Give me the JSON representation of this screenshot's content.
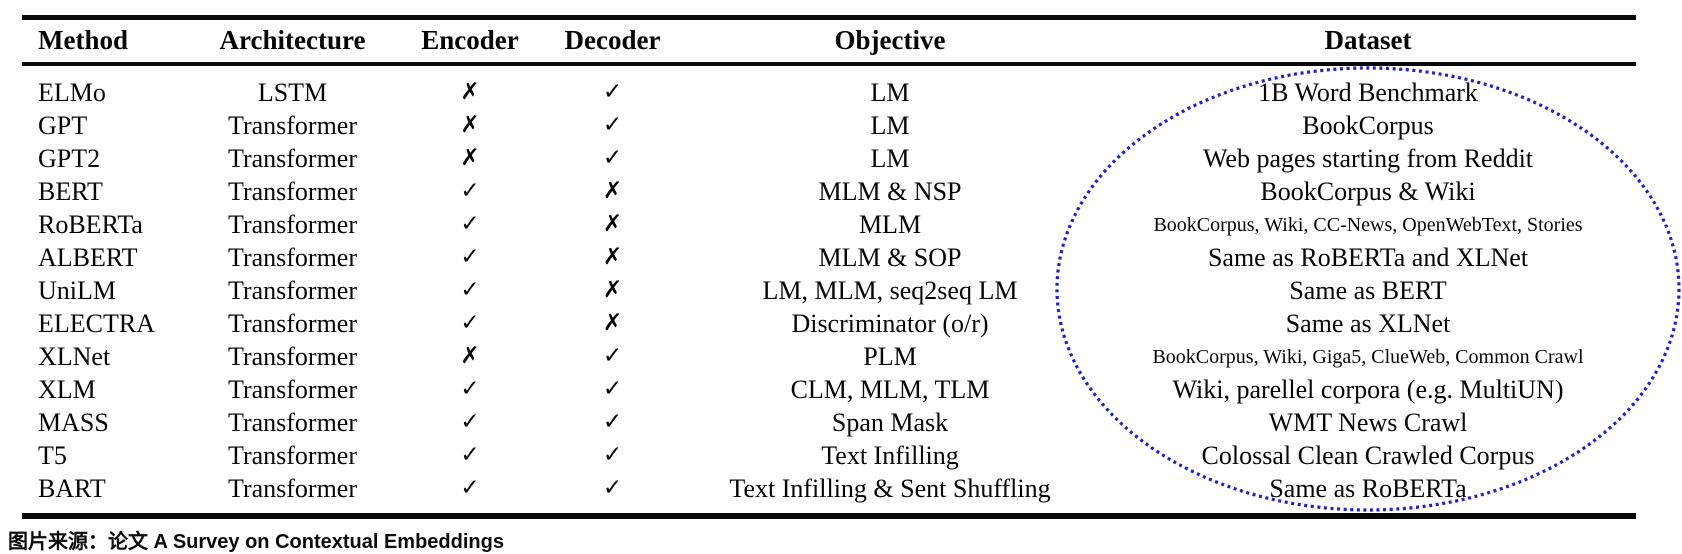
{
  "table": {
    "headers": [
      "Method",
      "Architecture",
      "Encoder",
      "Decoder",
      "Objective",
      "Dataset"
    ],
    "marks": {
      "yes_glyph": "✓",
      "no_glyph": "✗"
    },
    "rows": [
      {
        "method": "ELMo",
        "architecture": "LSTM",
        "encoder": "no",
        "decoder": "yes",
        "objective": "LM",
        "dataset": "1B Word Benchmark"
      },
      {
        "method": "GPT",
        "architecture": "Transformer",
        "encoder": "no",
        "decoder": "yes",
        "objective": "LM",
        "dataset": "BookCorpus"
      },
      {
        "method": "GPT2",
        "architecture": "Transformer",
        "encoder": "no",
        "decoder": "yes",
        "objective": "LM",
        "dataset": "Web pages starting from Reddit"
      },
      {
        "method": "BERT",
        "architecture": "Transformer",
        "encoder": "yes",
        "decoder": "no",
        "objective": "MLM & NSP",
        "dataset": "BookCorpus & Wiki"
      },
      {
        "method": "RoBERTa",
        "architecture": "Transformer",
        "encoder": "yes",
        "decoder": "no",
        "objective": "MLM",
        "dataset": "BookCorpus, Wiki, CC-News, OpenWebText, Stories"
      },
      {
        "method": "ALBERT",
        "architecture": "Transformer",
        "encoder": "yes",
        "decoder": "no",
        "objective": "MLM  & SOP",
        "dataset": "Same as RoBERTa and XLNet"
      },
      {
        "method": "UniLM",
        "architecture": "Transformer",
        "encoder": "yes",
        "decoder": "no",
        "objective": "LM, MLM, seq2seq LM",
        "dataset": "Same as BERT"
      },
      {
        "method": "ELECTRA",
        "architecture": "Transformer",
        "encoder": "yes",
        "decoder": "no",
        "objective": "Discriminator (o/r)",
        "dataset": "Same as XLNet"
      },
      {
        "method": "XLNet",
        "architecture": "Transformer",
        "encoder": "no",
        "decoder": "yes",
        "objective": "PLM",
        "dataset": "BookCorpus, Wiki, Giga5, ClueWeb, Common Crawl"
      },
      {
        "method": "XLM",
        "architecture": "Transformer",
        "encoder": "yes",
        "decoder": "yes",
        "objective": "CLM, MLM, TLM",
        "dataset": "Wiki, parellel corpora (e.g. MultiUN)"
      },
      {
        "method": "MASS",
        "architecture": "Transformer",
        "encoder": "yes",
        "decoder": "yes",
        "objective": "Span Mask",
        "dataset": "WMT News Crawl"
      },
      {
        "method": "T5",
        "architecture": "Transformer",
        "encoder": "yes",
        "decoder": "yes",
        "objective": "Text Infilling",
        "dataset": "Colossal Clean Crawled Corpus"
      },
      {
        "method": "BART",
        "architecture": "Transformer",
        "encoder": "yes",
        "decoder": "yes",
        "objective": "Text Infilling & Sent Shuffling",
        "dataset": "Same as RoBERTa"
      }
    ]
  },
  "annotation": {
    "color": "#2121c2",
    "circled_column": "Dataset"
  },
  "caption": {
    "text": "图片来源：论文 A Survey on Contextual Embeddings"
  }
}
